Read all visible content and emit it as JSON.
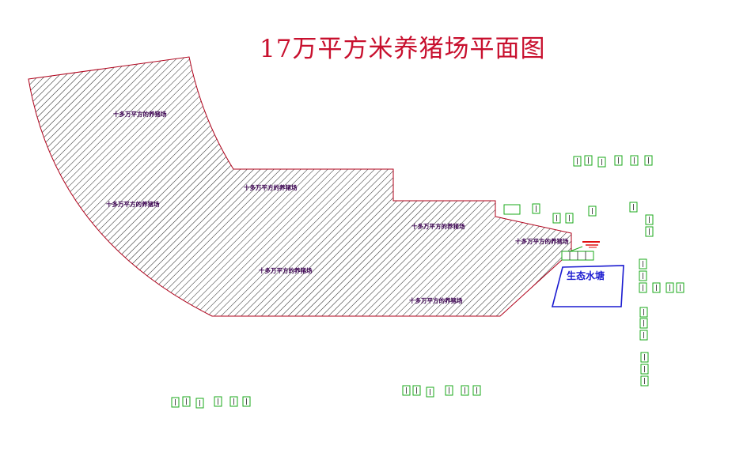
{
  "title": "17万平方米养猪场平面图",
  "zones": [
    {
      "id": "z1",
      "label": "十多万平方的养猪场"
    },
    {
      "id": "z2",
      "label": "十多万平方的养猪场"
    },
    {
      "id": "z3",
      "label": "十多万平方的养猪场"
    },
    {
      "id": "z4",
      "label": "十多万平方的养猪场"
    },
    {
      "id": "z5",
      "label": "十多万平方的养猪场"
    },
    {
      "id": "z6",
      "label": "十多万平方的养猪场"
    },
    {
      "id": "z7",
      "label": "十多万平方的养猪场"
    }
  ],
  "pond": {
    "label": "生态水塘"
  },
  "colors": {
    "title": "#c8102e",
    "outline": "#b0001a",
    "hatch": "#222222",
    "pond": "#1a1ad0",
    "building_outline": "#1aa81a",
    "marker": "#e01010"
  }
}
